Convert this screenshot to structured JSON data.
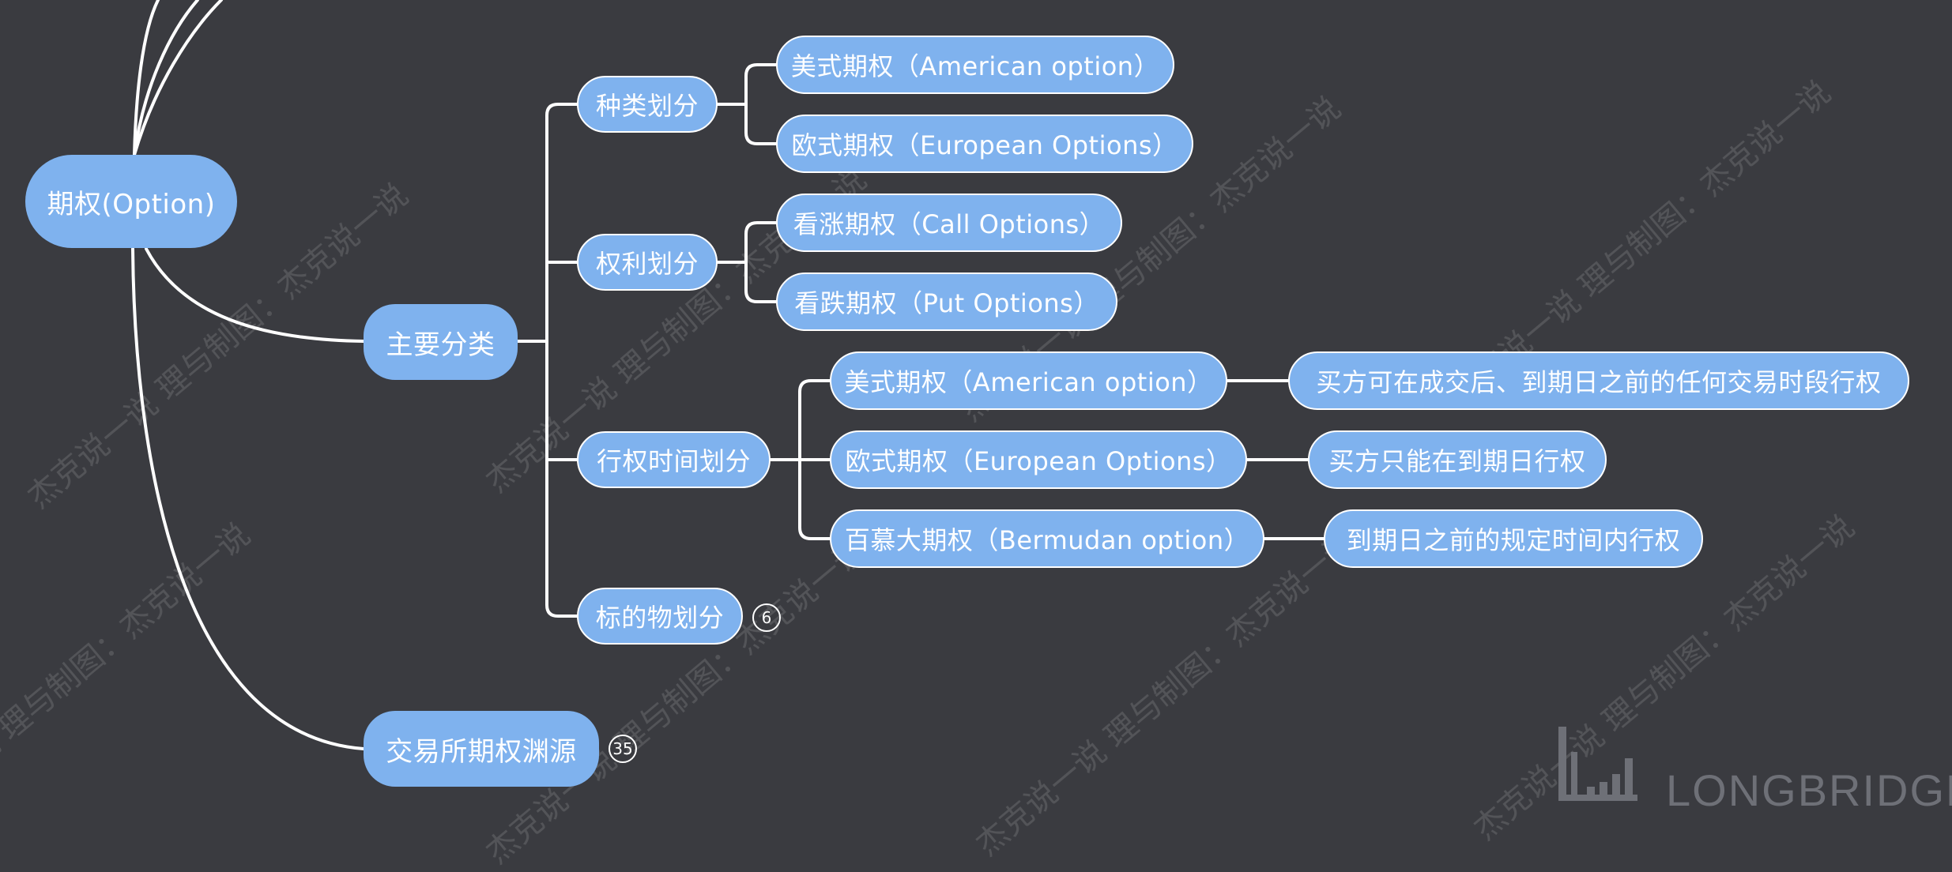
{
  "watermark": "杰克说一说 理与制图：杰克说一说",
  "logo": {
    "text": "LONGBRIDGE",
    "icon": "bar-chart-logo-icon"
  },
  "colors": {
    "background": "#3a3b40",
    "node_fill": "#7fb2ee",
    "line": "#ffffff"
  },
  "root": {
    "label": "期权(Option)"
  },
  "branches": {
    "main": {
      "label": "主要分类"
    },
    "exchange": {
      "label": "交易所期权渊源",
      "badge": "35"
    }
  },
  "categories": {
    "type": {
      "label": "种类划分",
      "children": [
        "美式期权（American option）",
        "欧式期权（European Options）"
      ]
    },
    "rights": {
      "label": "权利划分",
      "children": [
        "看涨期权（Call Options）",
        "看跌期权（Put Options）"
      ]
    },
    "exercise": {
      "label": "行权时间划分",
      "children": [
        {
          "label": "美式期权（American option）",
          "detail": "买方可在成交后、到期日之前的任何交易时段行权"
        },
        {
          "label": "欧式期权（European Options）",
          "detail": "买方只能在到期日行权"
        },
        {
          "label": "百慕大期权（Bermudan option）",
          "detail": "到期日之前的规定时间内行权"
        }
      ]
    },
    "underlying": {
      "label": "标的物划分",
      "badge": "6"
    }
  }
}
